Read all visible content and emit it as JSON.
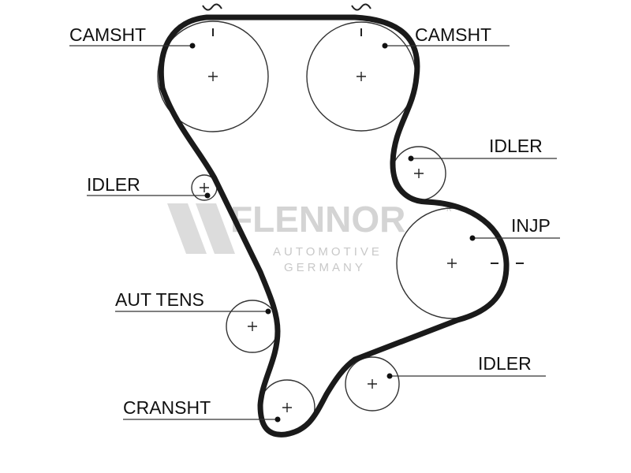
{
  "watermark": {
    "brand": "FLENNOR",
    "registered": "R",
    "line1": "AUTOMOTIVE",
    "line2": "GERMANY"
  },
  "labels": {
    "camshaft_left": "CAMSHT",
    "camshaft_right": "CAMSHT",
    "idler_upper_right": "IDLER",
    "idler_left": "IDLER",
    "injection_pump": "INJP",
    "auto_tensioner": "AUT TENS",
    "idler_lower_right": "IDLER",
    "crankshaft": "CRANSHT"
  },
  "colors": {
    "belt": "#1a1a1a",
    "pulley": "#333333",
    "watermark": "#d4d4d4"
  }
}
